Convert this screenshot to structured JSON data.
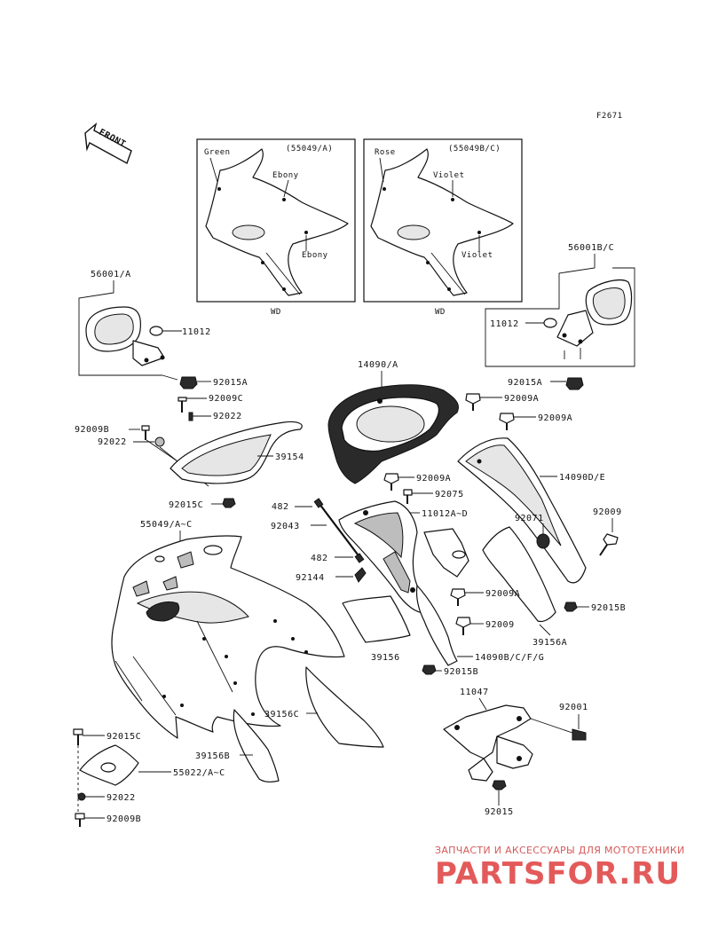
{
  "figure_code": "F2671",
  "front_label": "FRONT",
  "insets": {
    "left": {
      "part": "(55049/A)",
      "colors": [
        "Green",
        "Ebony",
        "Ebony"
      ],
      "caption": "WD"
    },
    "right": {
      "part": "(55049B/C)",
      "colors": [
        "Rose",
        "Violet",
        "Violet"
      ],
      "caption": "WD"
    }
  },
  "labels": {
    "mirror_left": "56001/A",
    "mirror_right": "56001B/C",
    "bolt_11012_l": "11012",
    "bolt_11012_r": "11012",
    "p92015a_l": "92015A",
    "p92015a_r": "92015A",
    "p92009c": "92009C",
    "p92022_top": "92022",
    "p92009b_l": "92009B",
    "p92022_l": "92022",
    "p39154": "39154",
    "p92015c_mid": "92015C",
    "p14090a": "14090/A",
    "p92009a_1": "92009A",
    "p92009a_2": "92009A",
    "p92009a_3": "92009A",
    "p92009a_4": "92009A",
    "p14090de": "14090D/E",
    "p92075": "92075",
    "p11012ad": "11012A~D",
    "p482_1": "482",
    "p482_2": "482",
    "p92043": "92043",
    "p92144": "92144",
    "p92071": "92071",
    "p92009_r": "92009",
    "p92015b_r": "92015B",
    "p92009_c": "92009",
    "p39156a": "39156A",
    "p39156": "39156",
    "p14090bcfg": "14090B/C/F/G",
    "p92015b_c": "92015B",
    "p55049ac": "55049/A~C",
    "p39156c": "39156C",
    "p39156b": "39156B",
    "p92015c_bl": "92015C",
    "p55022": "55022/A~C",
    "p92022_bl": "92022",
    "p92009b_bl": "92009B",
    "p11047": "11047",
    "p92001": "92001",
    "p92015": "92015"
  },
  "watermark": {
    "tagline": "ЗАПЧАСТИ И АКСЕССУАРЫ ДЛЯ МОТОТЕХНИКИ",
    "brand": "PARTSFOR.RU"
  },
  "colors": {
    "ink": "#111111",
    "watermark": "#e35a5a"
  }
}
